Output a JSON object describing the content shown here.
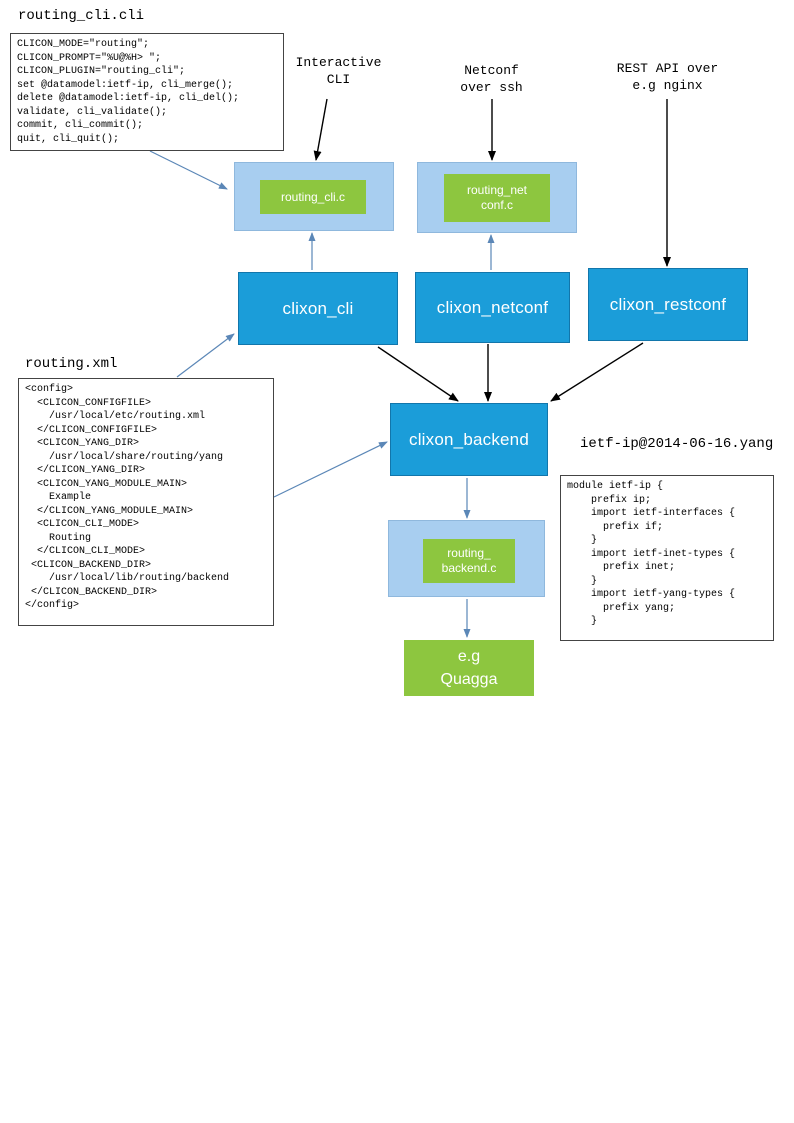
{
  "diagram": {
    "cli_file": {
      "title": "routing_cli.cli",
      "code": "CLICON_MODE=\"routing\";\nCLICON_PROMPT=\"%U@%H> \";\nCLICON_PLUGIN=\"routing_cli\";\nset @datamodel:ietf-ip, cli_merge();\ndelete @datamodel:ietf-ip, cli_del();\nvalidate, cli_validate();\ncommit, cli_commit();\nquit, cli_quit();"
    },
    "xml_file": {
      "title": "routing.xml",
      "code": "<config>\n  <CLICON_CONFIGFILE>\n    /usr/local/etc/routing.xml\n  </CLICON_CONFIGFILE>\n  <CLICON_YANG_DIR>\n    /usr/local/share/routing/yang\n  </CLICON_YANG_DIR>\n  <CLICON_YANG_MODULE_MAIN>\n    Example\n  </CLICON_YANG_MODULE_MAIN>\n  <CLICON_CLI_MODE>\n    Routing\n  </CLICON_CLI_MODE>\n <CLICON_BACKEND_DIR>\n    /usr/local/lib/routing/backend\n </CLICON_BACKEND_DIR>\n</config>"
    },
    "yang_file": {
      "title": "ietf-ip@2014-06-16.yang",
      "code": "module ietf-ip {\n    prefix ip;\n    import ietf-interfaces {\n      prefix if;\n    }\n    import ietf-inet-types {\n      prefix inet;\n    }\n    import ietf-yang-types {\n      prefix yang;\n    }"
    },
    "captions": {
      "interactive_cli": "Interactive\nCLI",
      "netconf": "Netconf\nover ssh",
      "rest": "REST API over\ne.g nginx"
    },
    "nodes": {
      "routing_cli_c": "routing_cli.c",
      "routing_netconf_c": "routing_net\nconf.c",
      "clixon_cli": "clixon_cli",
      "clixon_netconf": "clixon_netconf",
      "clixon_restconf": "clixon_restconf",
      "clixon_backend": "clixon_backend",
      "routing_backend_c": "routing_\nbackend.c",
      "quagga": "e.g\nQuagga"
    },
    "colors": {
      "process_box": "#1b9dd9",
      "plugin_container": "#a8cef0",
      "plugin_box": "#8dc63f",
      "external_box": "#8dc63f",
      "arrow_black": "#000000",
      "arrow_blue": "#5b87b7"
    }
  }
}
